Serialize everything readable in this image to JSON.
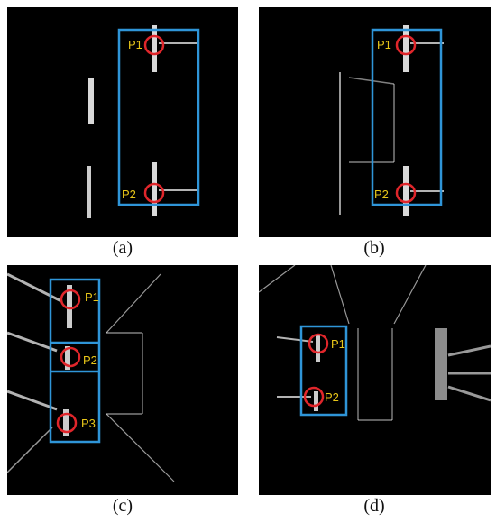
{
  "figure": {
    "panels": [
      {
        "caption": "(a)",
        "markers": [
          {
            "label": "P1"
          },
          {
            "label": "P2"
          }
        ]
      },
      {
        "caption": "(b)",
        "markers": [
          {
            "label": "P1"
          },
          {
            "label": "P2"
          }
        ]
      },
      {
        "caption": "(c)",
        "markers": [
          {
            "label": "P1"
          },
          {
            "label": "P2"
          },
          {
            "label": "P3"
          }
        ]
      },
      {
        "caption": "(d)",
        "markers": [
          {
            "label": "P1"
          },
          {
            "label": "P2"
          }
        ]
      }
    ]
  },
  "colors": {
    "background": "#000000",
    "box": "#2f95d8",
    "circle": "#e0262b",
    "label": "#e8c619",
    "edges": "#ffffff"
  }
}
